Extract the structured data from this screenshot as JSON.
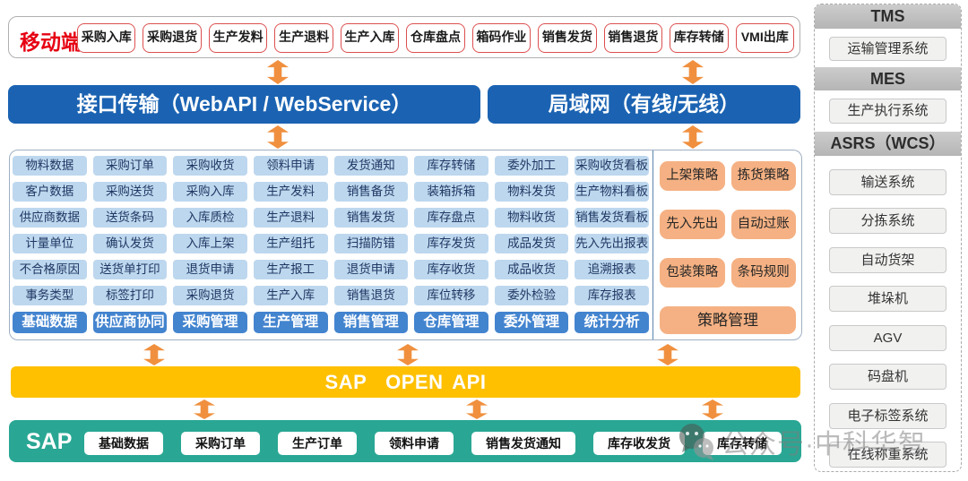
{
  "palette": {
    "band_blue": "#1b63b2",
    "cell_blue": "#bdd7ee",
    "cell_text_blue": "#1f3864",
    "footer_blue": "#4384cf",
    "strategy_orange": "#f5b183",
    "arrow_orange": "#f0903f",
    "api_yellow": "#ffc000",
    "sap_teal": "#29a794",
    "mobile_red": "#e60012",
    "mobile_box_border": "#dd4f4f",
    "sidebar_bar_gray": "#bfbfbf"
  },
  "mobile": {
    "label": "移动端",
    "items": [
      "采购入库",
      "采购退货",
      "生产发料",
      "生产退料",
      "生产入库",
      "仓库盘点",
      "箱码作业",
      "销售发货",
      "销售退货",
      "库存转储",
      "VMI出库"
    ]
  },
  "bands": {
    "interface": "接口传输（WebAPI / WebService）",
    "lan": "局域网（有线/无线）"
  },
  "wms": {
    "columns": [
      {
        "items": [
          "物料数据",
          "客户数据",
          "供应商数据",
          "计量单位",
          "不合格原因",
          "事务类型"
        ],
        "footer": "基础数据"
      },
      {
        "items": [
          "采购订单",
          "采购送货",
          "送货条码",
          "确认发货",
          "送货单打印",
          "标签打印"
        ],
        "footer": "供应商协同"
      },
      {
        "items": [
          "采购收货",
          "采购入库",
          "入库质检",
          "入库上架",
          "退货申请",
          "采购退货"
        ],
        "footer": "采购管理"
      },
      {
        "items": [
          "领料申请",
          "生产发料",
          "生产退料",
          "生产组托",
          "生产报工",
          "生产入库"
        ],
        "footer": "生产管理"
      },
      {
        "items": [
          "发货通知",
          "销售备货",
          "销售发货",
          "扫描防错",
          "退货申请",
          "销售退货"
        ],
        "footer": "销售管理"
      },
      {
        "items": [
          "库存转储",
          "装箱拆箱",
          "库存盘点",
          "库存发货",
          "库存收货",
          "库位转移"
        ],
        "footer": "仓库管理"
      },
      {
        "items": [
          "委外加工",
          "物料发货",
          "物料收货",
          "成品发货",
          "成品收货",
          "委外检验"
        ],
        "footer": "委外管理"
      },
      {
        "items": [
          "采购收货看板",
          "生产物料看板",
          "销售发货看板",
          "先入先出报表",
          "追溯报表",
          "库存报表"
        ],
        "footer": "统计分析"
      }
    ]
  },
  "strategy": {
    "rows": [
      [
        "上架策略",
        "拣货策略"
      ],
      [
        "先入先出",
        "自动过账"
      ],
      [
        "包装策略",
        "条码规则"
      ]
    ],
    "footer": "策略管理"
  },
  "api_band": {
    "label": "SAP  OPEN API"
  },
  "sap": {
    "label": "SAP",
    "items": [
      "基础数据",
      "采购订单",
      "生产订单",
      "领料申请",
      "销售发货通知",
      "库存收发货",
      "库存转储"
    ]
  },
  "sidebar": {
    "sections": [
      {
        "header": "TMS",
        "items": [
          "运输管理系统"
        ]
      },
      {
        "header": "MES",
        "items": [
          "生产执行系统"
        ]
      },
      {
        "header": "ASRS（WCS）",
        "items": [
          "输送系统",
          "分拣系统",
          "自动货架",
          "堆垛机",
          "AGV",
          "码盘机",
          "电子标签系统",
          "在线称重系统"
        ]
      }
    ]
  },
  "watermark": {
    "text": "公众号·中科华智"
  }
}
